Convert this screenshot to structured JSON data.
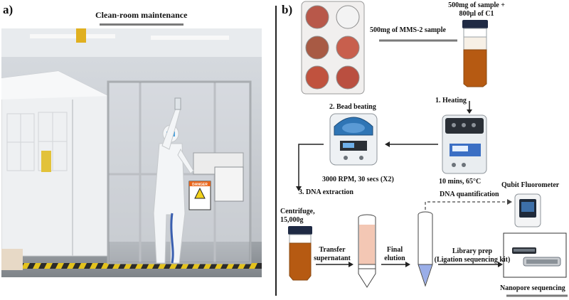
{
  "panel_a": {
    "letter": "a)",
    "title": "Clean-room maintenance",
    "sign_text": "DANGER"
  },
  "panel_b": {
    "letter": "b)",
    "sample_label": "500mg of MMS-2 sample",
    "tube_label_line1": "500mg of sample +",
    "tube_label_line2": "800µl of C1",
    "step1": "1. Heating",
    "step2": "2. Bead beating",
    "step3": "3. DNA extraction",
    "heating_params": "10 mins, 65°C",
    "bead_params": "3000 RPM, 30 secs (X2)",
    "qubit_label": "Qubit Fluorometer",
    "dna_quant": "DNA quantification",
    "centrifuge_line1": "Centrifuge,",
    "centrifuge_line2": "15,000g",
    "transfer_line1": "Transfer",
    "transfer_line2": "supernatant",
    "final_line1": "Final",
    "final_line2": "elution",
    "library_line1": "Library prep",
    "library_line2": "(Ligation sequencing kit)",
    "nanopore_label": "Nanopore sequencing"
  },
  "colors": {
    "sample_red": "#c0523e",
    "tube_orange": "#b65a12",
    "elution_blue": "#9aaee8",
    "supernatant_pink": "#f3c7b4",
    "underline_gray": "#7a7a7a"
  }
}
